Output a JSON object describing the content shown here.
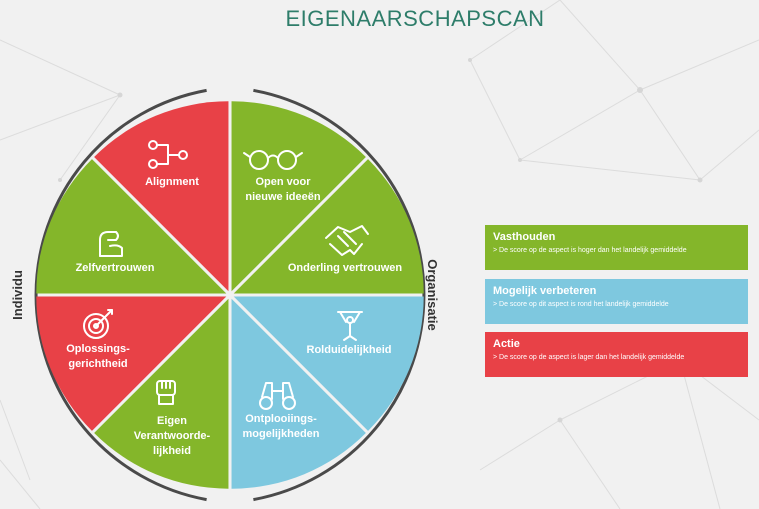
{
  "title": "EIGENAARSCHAPSCAN",
  "colors": {
    "green": "#84b62a",
    "red": "#e84147",
    "blue": "#7ec8df",
    "title": "#2e7d6a",
    "ring": "#4a4a4a"
  },
  "wheel": {
    "left_label": "Individu",
    "right_label": "Organisatie",
    "segments": [
      {
        "lines": [
          "Alignment"
        ],
        "color": "green",
        "icon": "link-nodes-icon"
      },
      {
        "lines": [
          "Open voor",
          "nieuwe ideeën"
        ],
        "color": "green",
        "icon": "glasses-icon"
      },
      {
        "lines": [
          "Onderling vertrouwen"
        ],
        "color": "blue",
        "icon": "handshake-icon"
      },
      {
        "lines": [
          "Rolduidelijkheid"
        ],
        "color": "blue",
        "icon": "person-sign-icon"
      },
      {
        "lines": [
          "Ontplooiings-",
          "mogelijkheden"
        ],
        "color": "green",
        "icon": "binoculars-icon"
      },
      {
        "lines": [
          "Eigen",
          "Verantwoorde-",
          "lijkheid"
        ],
        "color": "red",
        "icon": "raised-fist-icon"
      },
      {
        "lines": [
          "Oplossings-",
          "gerichtheid"
        ],
        "color": "green",
        "icon": "target-icon"
      },
      {
        "lines": [
          "Zelfvertrouwen"
        ],
        "color": "red",
        "icon": "flexed-arm-icon"
      }
    ]
  },
  "legend": [
    {
      "title": "Vasthouden",
      "desc": "> De score op de aspect is hoger dan het landelijk gemiddelde",
      "color": "green"
    },
    {
      "title": "Mogelijk verbeteren",
      "desc": "> De score op dit aspect is rond het landelijk gemiddelde",
      "color": "blue"
    },
    {
      "title": "Actie",
      "desc": "> De score op de aspect is lager dan het landelijk gemiddelde",
      "color": "red"
    }
  ]
}
